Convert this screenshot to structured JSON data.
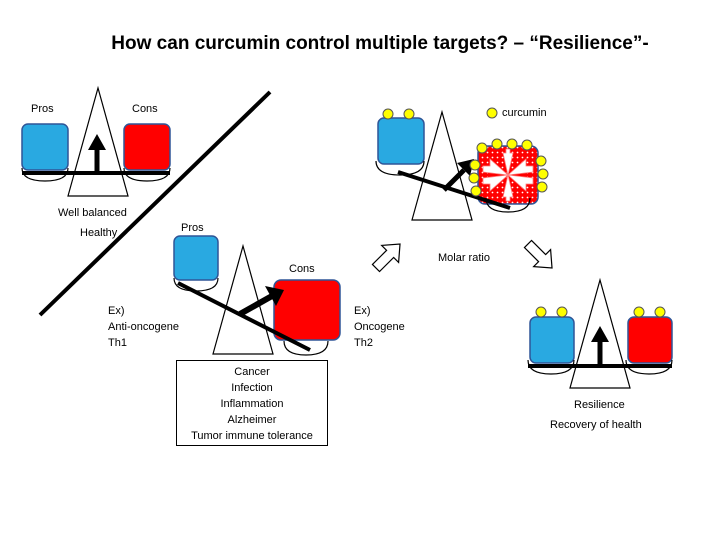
{
  "title": "How can curcumin control multiple targets? – “Resilience”-",
  "colors": {
    "pros": "#29a9e1",
    "cons": "#ff0000",
    "curcumin": "#ffff00"
  },
  "balanced": {
    "pros": "Pros",
    "cons": "Cons",
    "line1": "Well balanced",
    "line2": "Healthy"
  },
  "imbalanced": {
    "pros": "Pros",
    "cons": "Cons",
    "left": [
      "Ex)",
      "Anti-oncogene",
      "Th1"
    ],
    "right": [
      "Ex)",
      "Oncogene",
      "Th2"
    ],
    "diseases": [
      "Cancer",
      "Infection",
      "Inflammation",
      "Alzheimer",
      "Tumor immune tolerance"
    ]
  },
  "curcumin_label": "curcumin",
  "molar_ratio": "Molar ratio",
  "resilience": {
    "line1": "Resilience",
    "line2": "Recovery of health"
  }
}
